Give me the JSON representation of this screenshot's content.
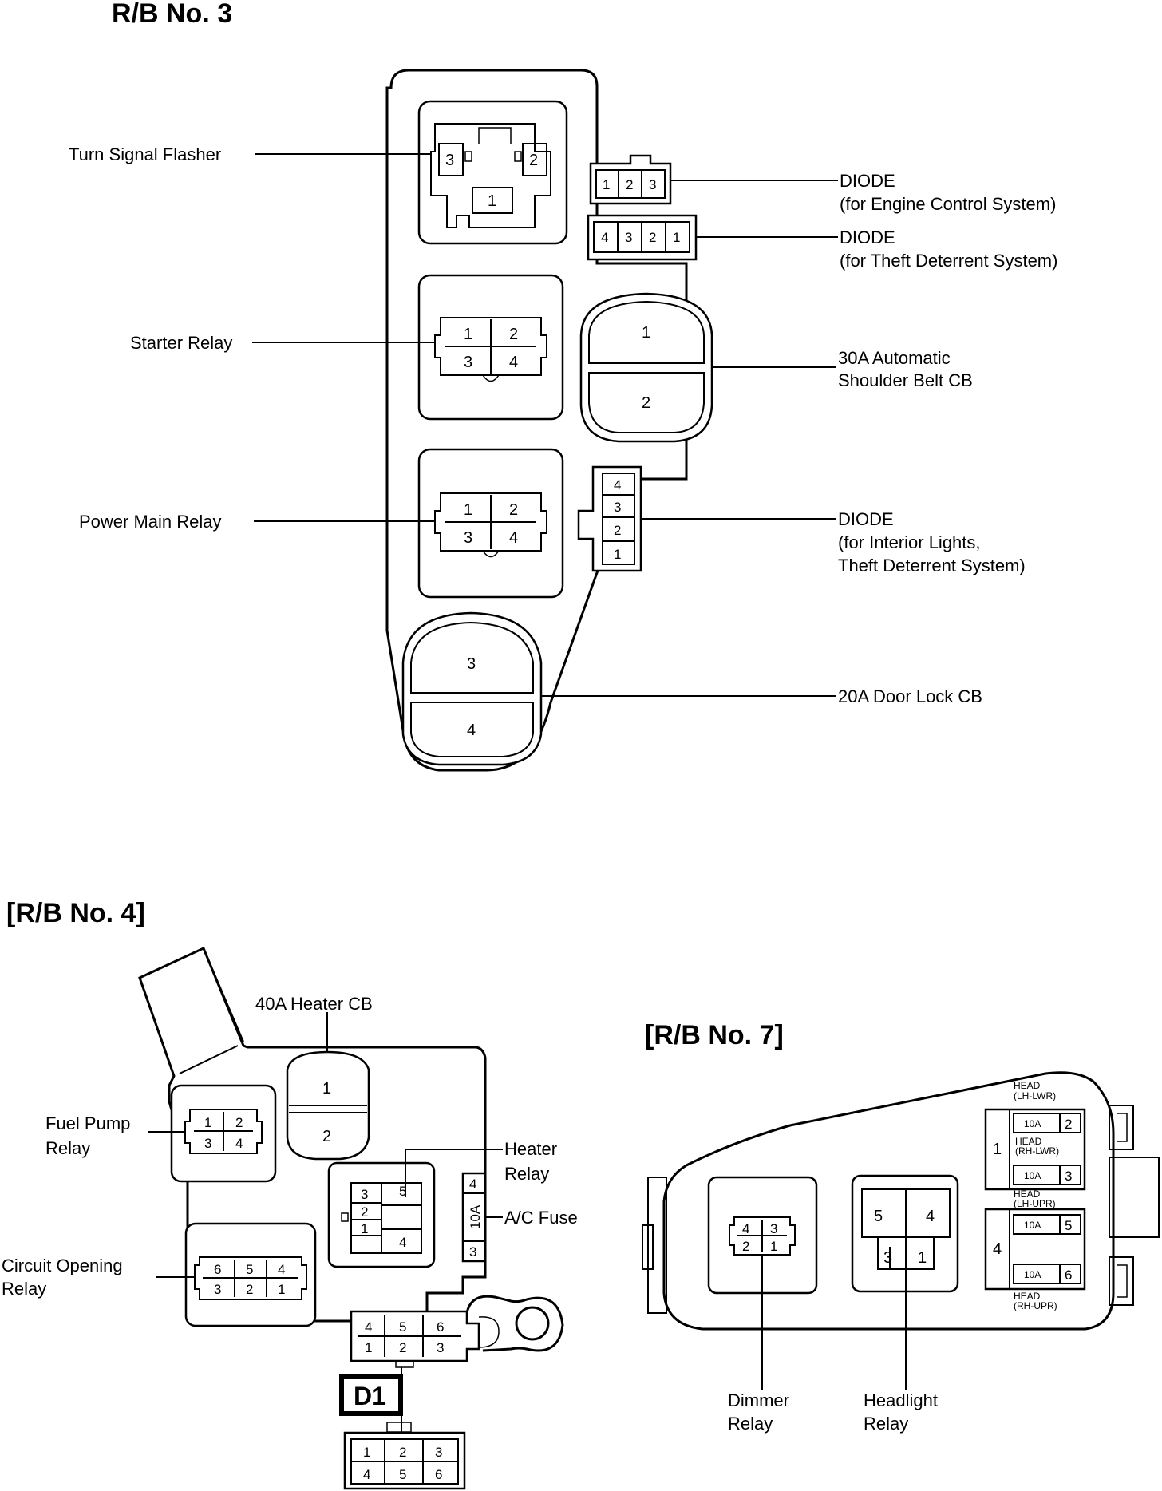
{
  "rb3": {
    "title": "R/B No. 3",
    "labels": {
      "turn_signal_flasher": "Turn Signal Flasher",
      "starter_relay": "Starter Relay",
      "power_main_relay": "Power Main Relay",
      "diode_engine_1": "DIODE",
      "diode_engine_2": "(for Engine Control System)",
      "diode_theft_1": "DIODE",
      "diode_theft_2": "(for Theft Deterrent System)",
      "cb30_1": "30A Automatic",
      "cb30_2": "Shoulder Belt CB",
      "diode_interior_1": "DIODE",
      "diode_interior_2": "(for Interior Lights,",
      "diode_interior_3": "Theft Deterrent System)",
      "cb20": "20A Door Lock CB"
    }
  },
  "rb4": {
    "title": "[R/B No. 4]",
    "labels": {
      "heater_cb": "40A Heater CB",
      "fuel_pump_1": "Fuel Pump",
      "fuel_pump_2": "Relay",
      "heater_relay_1": "Heater",
      "heater_relay_2": "Relay",
      "ac_fuse": "A/C Fuse",
      "fuse_rating": "10A",
      "circuit_opening_1": "Circuit Opening",
      "circuit_opening_2": "Relay",
      "connector_code": "D1"
    }
  },
  "rb7": {
    "title": "[R/B No. 7]",
    "labels": {
      "head_lh_lwr_1": "HEAD",
      "head_lh_lwr_2": "(LH-LWR)",
      "head_rh_lwr_1": "HEAD",
      "head_rh_lwr_2": "(RH-LWR)",
      "head_lh_upr_1": "HEAD",
      "head_lh_upr_2": "(LH-UPR)",
      "head_rh_upr_1": "HEAD",
      "head_rh_upr_2": "(RH-UPR)",
      "fuse_rating": "10A",
      "dimmer_1": "Dimmer",
      "dimmer_2": "Relay",
      "headlight_1": "Headlight",
      "headlight_2": "Relay"
    }
  }
}
